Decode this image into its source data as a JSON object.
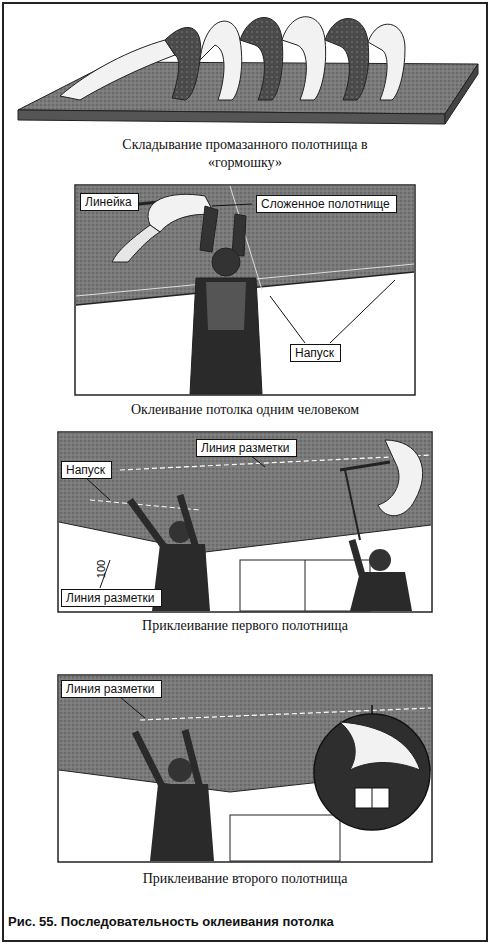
{
  "diagram": {
    "caption": "Рис. 55. Последовательность оклеивания потолка",
    "nodes": [
      {
        "text": [
          "Линейка"
        ]
      },
      {
        "text": [
          "Сложенное полотнище"
        ]
      },
      {
        "text": [
          "Напуск"
        ]
      },
      {
        "text": [
          "Линия разметки"
        ]
      },
      {
        "text": [
          "Напуск"
        ]
      },
      {
        "text": [
          "Линия разметки"
        ]
      },
      {
        "text": [
          "Линия разметки"
        ]
      }
    ],
    "labels": [
      "Складывание промазанного полотнища в «гормошку»",
      "Оклеивание потолка одним человеком",
      "100",
      "Приклеивание первого полотнища",
      "Приклеивание второго полотнища"
    ]
  }
}
